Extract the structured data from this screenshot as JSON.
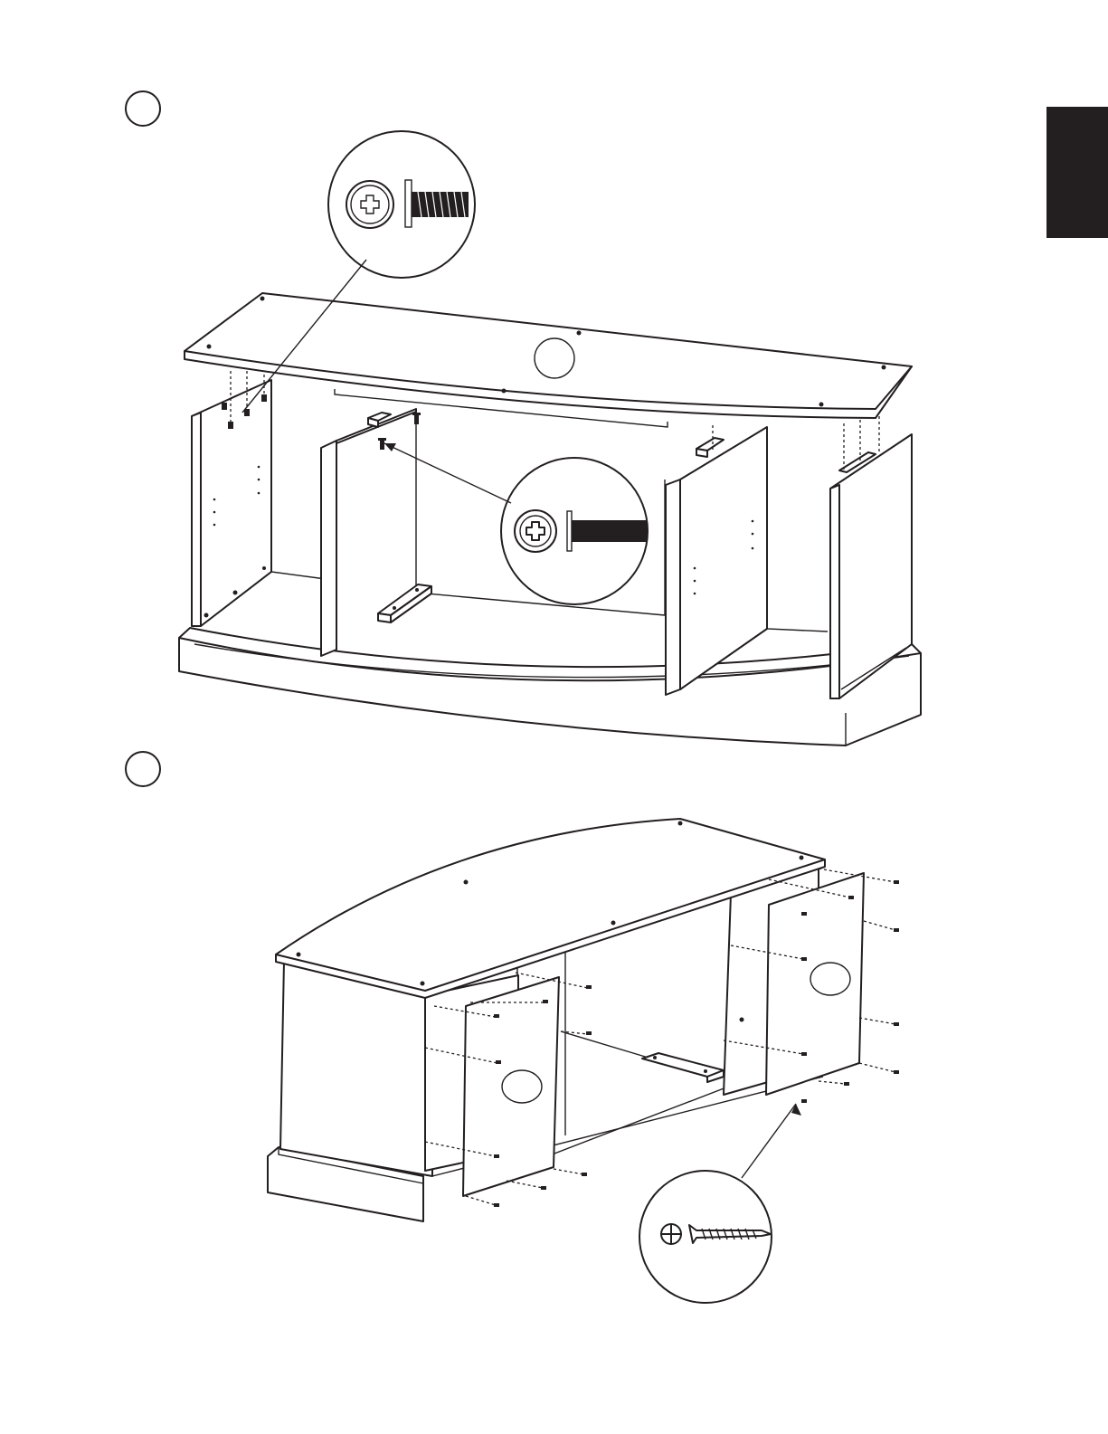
{
  "page": {
    "tab_color": "#231f20",
    "line_color": "#231f20"
  },
  "steps": [
    {
      "id": "step-1",
      "number": ""
    },
    {
      "id": "step-2",
      "number": ""
    }
  ],
  "callouts": [
    {
      "id": "callout-bolt-top",
      "icon": "phillips-bolt-icon"
    },
    {
      "id": "callout-bolt-middle",
      "icon": "phillips-bolt-icon"
    },
    {
      "id": "callout-screw-bottom",
      "icon": "phillips-screw-icon"
    }
  ],
  "part_markers": [
    {
      "id": "part-marker-top-panel",
      "label": ""
    },
    {
      "id": "part-marker-left-back",
      "label": ""
    },
    {
      "id": "part-marker-right-back",
      "label": ""
    }
  ]
}
